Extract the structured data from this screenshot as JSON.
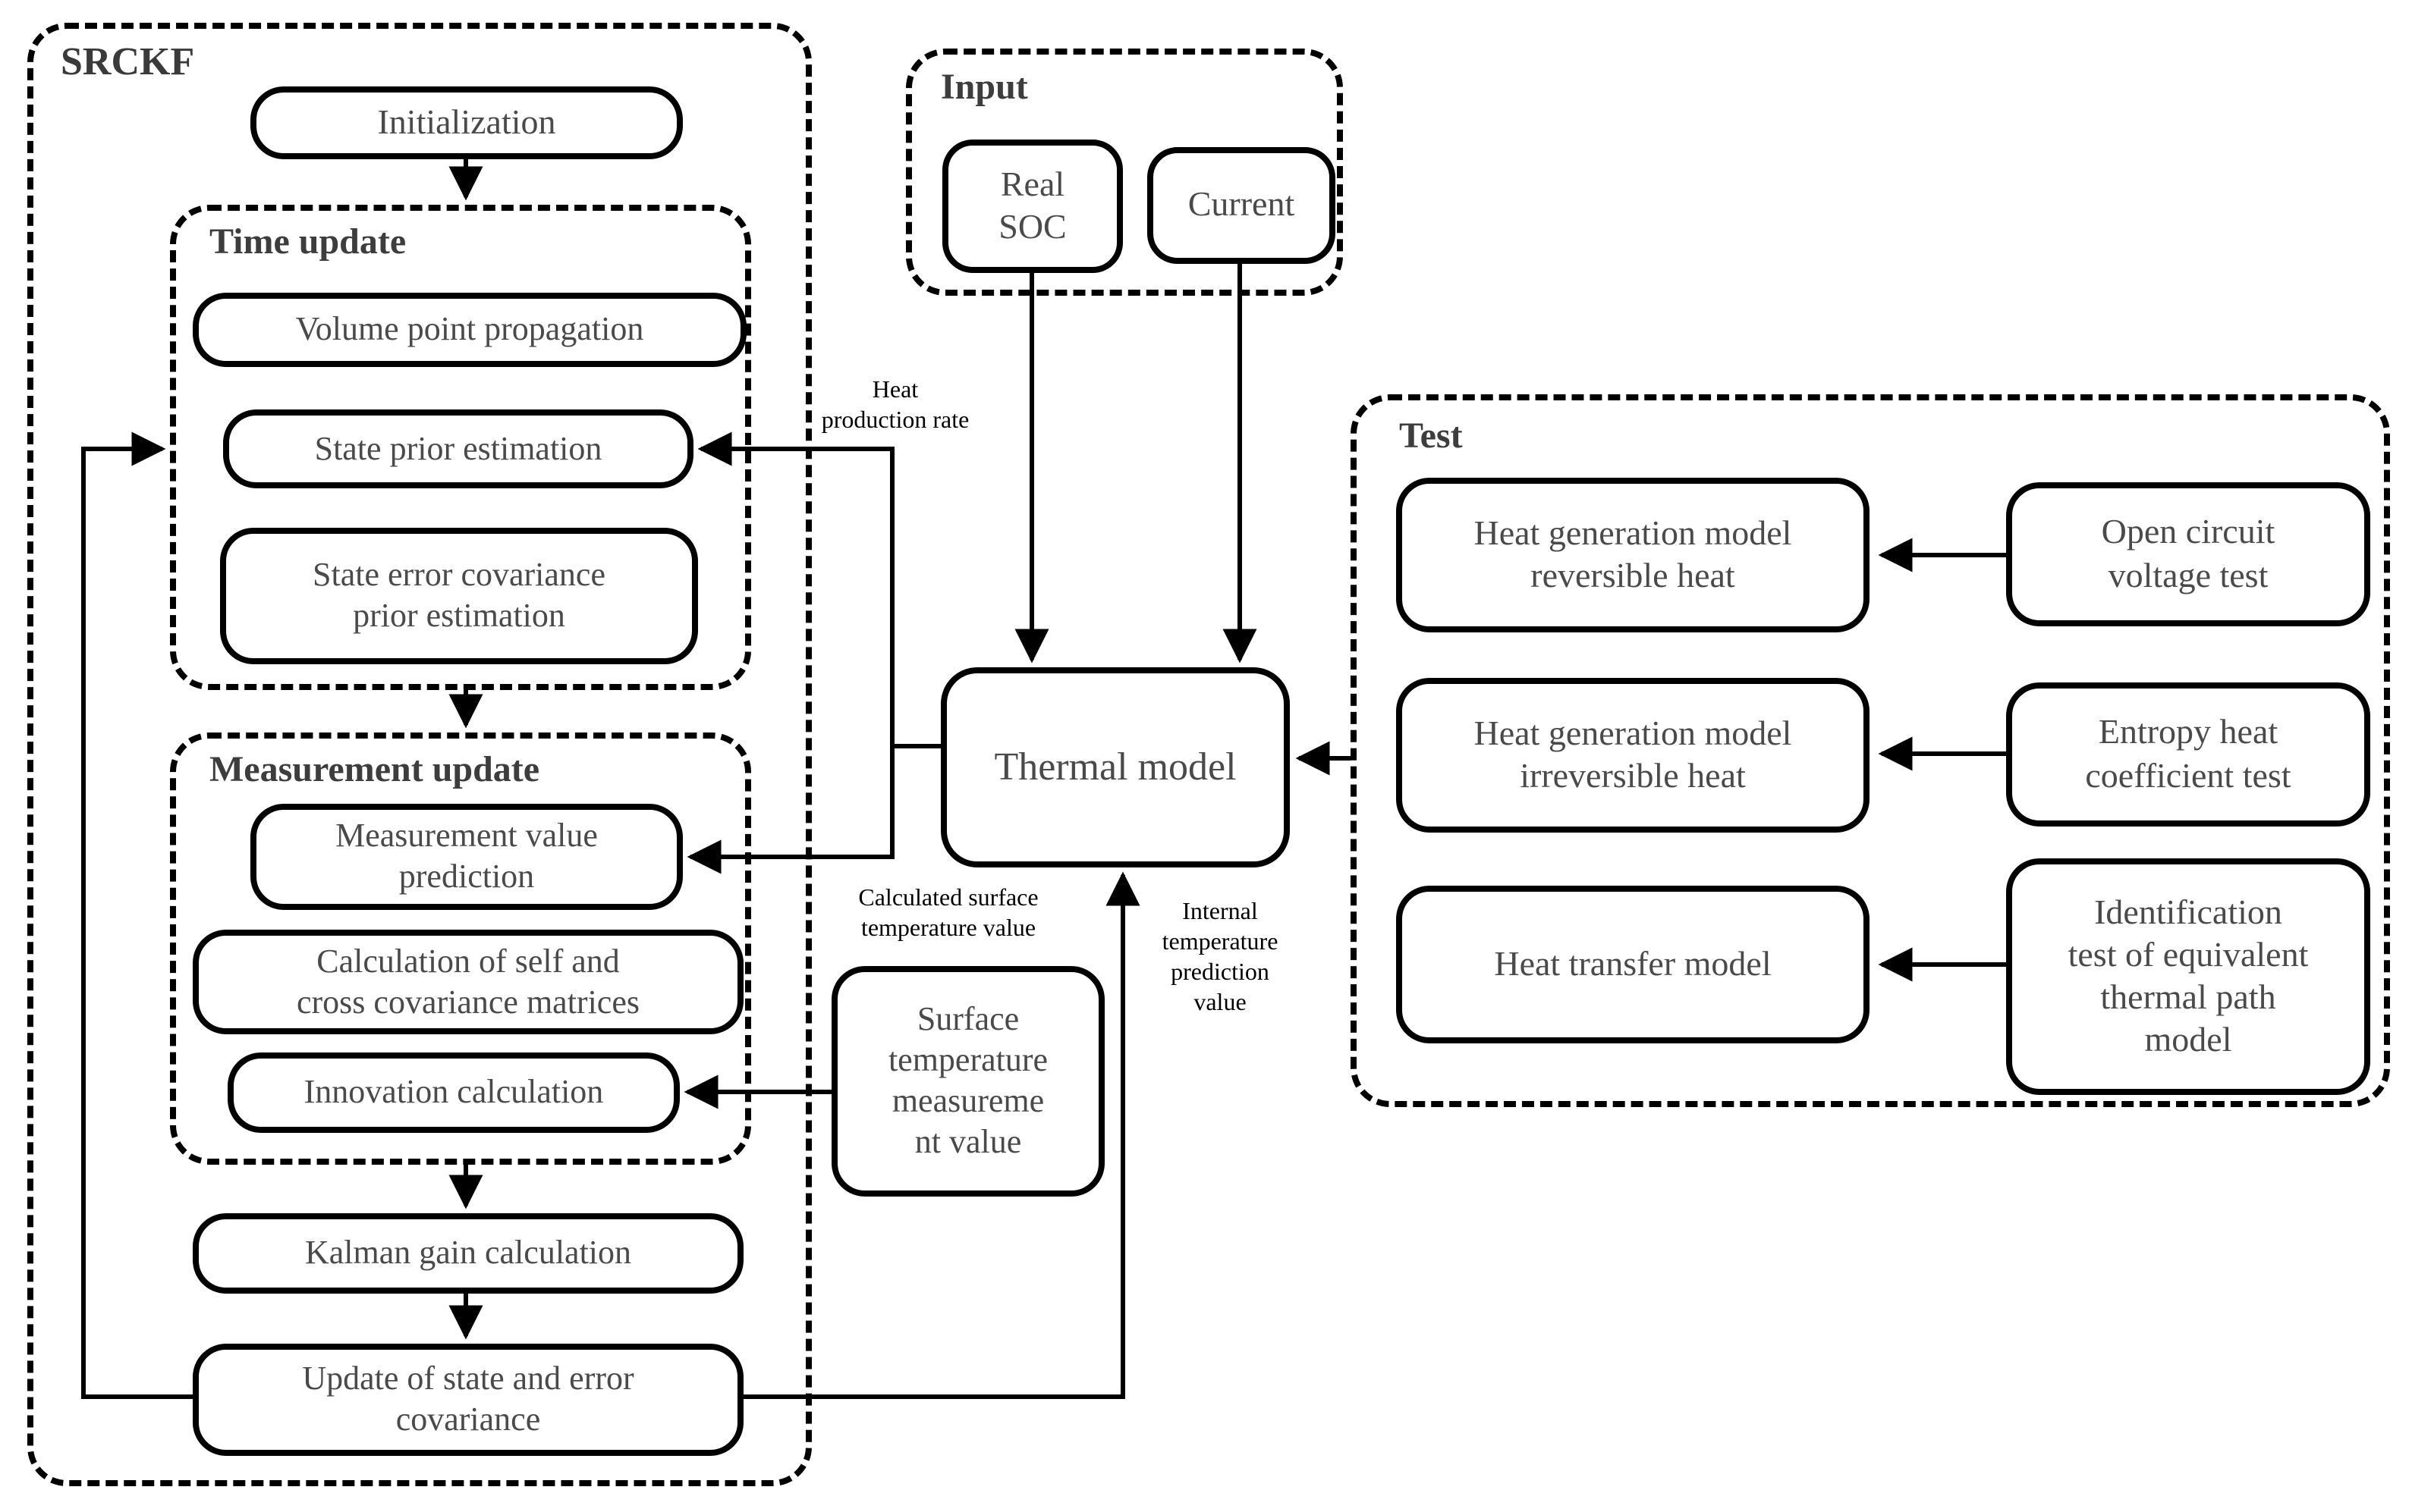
{
  "colors": {
    "line": "#000000",
    "node_border": "#000000",
    "node_text": "#4a4a4a",
    "header_text": "#3d3d3d",
    "edge_label_text": "#000000",
    "background": "#ffffff"
  },
  "srckf": {
    "label": "SRCKF",
    "initialization": "Initialization",
    "time_update": {
      "label": "Time update",
      "volume_point_propagation": "Volume point propagation",
      "state_prior_estimation": "State prior estimation",
      "state_error_covariance": {
        "lines": [
          "State error covariance",
          "prior estimation"
        ]
      }
    },
    "measurement_update": {
      "label": "Measurement update",
      "measurement_value_prediction": {
        "lines": [
          "Measurement value",
          "prediction"
        ]
      },
      "self_cross_covariance": {
        "lines": [
          "Calculation of self and",
          "cross covariance matrices"
        ]
      },
      "innovation_calculation": "Innovation calculation"
    },
    "kalman_gain_calculation": "Kalman gain calculation",
    "update_state_error": {
      "lines": [
        "Update of state and error",
        "covariance"
      ]
    }
  },
  "input": {
    "label": "Input",
    "real_soc": {
      "lines": [
        "Real",
        "SOC"
      ]
    },
    "current": "Current"
  },
  "thermal_model": "Thermal model",
  "surface_temperature": {
    "lines": [
      "Surface",
      "temperature",
      "measureme",
      "nt value"
    ]
  },
  "test": {
    "label": "Test",
    "heat_generation_reversible": {
      "lines": [
        "Heat generation model",
        "reversible heat"
      ]
    },
    "open_circuit_voltage_test": {
      "lines": [
        "Open circuit",
        "voltage test"
      ]
    },
    "heat_generation_irreversible": {
      "lines": [
        "Heat generation model",
        "irreversible heat"
      ]
    },
    "entropy_heat_coefficient_test": {
      "lines": [
        "Entropy heat",
        "coefficient test"
      ]
    },
    "heat_transfer_model": "Heat transfer model",
    "identification_test": {
      "lines": [
        "Identification",
        "test of equivalent",
        "thermal path",
        "model"
      ]
    }
  },
  "edge_labels": {
    "heat_production_rate": {
      "lines": [
        "Heat",
        "production rate"
      ]
    },
    "calculated_surface_temperature": {
      "lines": [
        "Calculated surface",
        "temperature value"
      ]
    },
    "internal_temperature_prediction": {
      "lines": [
        "Internal",
        "temperature",
        "prediction",
        "value"
      ]
    }
  }
}
